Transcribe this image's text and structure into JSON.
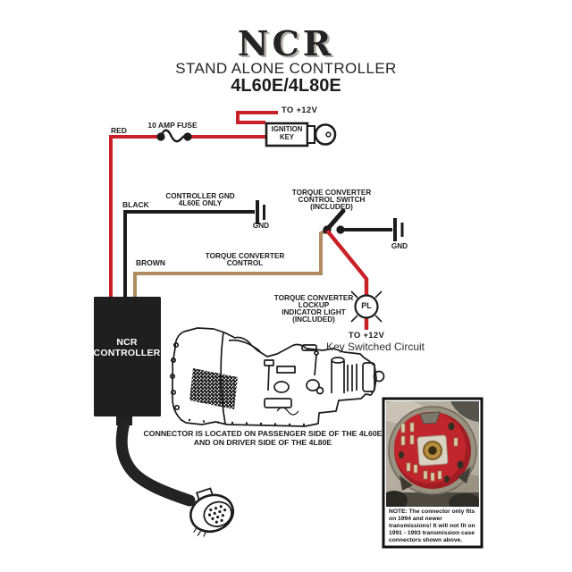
{
  "title": {
    "brand": "NCR",
    "subtitle": "STAND ALONE CONTROLLER",
    "models": "4L60E/4L80E"
  },
  "colors": {
    "wire_red": "#c92127",
    "wire_brown": "#b18b62",
    "wire_black": "#1c1c1c",
    "connector_red": "#c0262c",
    "connector_red_dark": "#a01d23"
  },
  "power": {
    "red_label": "RED",
    "fuse_label": "10 AMP FUSE",
    "to_12v": "TO +12V",
    "ignition_key": [
      "IGNITION",
      "KEY"
    ]
  },
  "ground_black": {
    "label": "BLACK",
    "note": [
      "CONTROLLER GND",
      "4L60E ONLY"
    ],
    "gnd": "GND"
  },
  "tcc_switch": {
    "note": [
      "TORQUE CONVERTER",
      "CONTROL SWITCH",
      "(INCLUDED)"
    ],
    "gnd": "GND"
  },
  "tcc_wire": {
    "label": "BROWN",
    "note": [
      "TORQUE CONVERTER",
      "CONTROL"
    ]
  },
  "indicator": {
    "note": [
      "TORQUE CONVERTER",
      "LOCKUP",
      "INDICATOR LIGHT",
      "(INCLUDED)"
    ],
    "lamp_text": "PL",
    "to_12v": "TO +12V",
    "circuit": "Key Switched Circuit"
  },
  "controller": {
    "line1": "NCR",
    "line2": "CONTROLLER"
  },
  "caption": [
    "CONNECTOR IS LOCATED ON PASSENGER SIDE OF THE 4L60E",
    "AND ON DRIVER SIDE OF THE 4L80E"
  ],
  "inset": {
    "note": [
      "NOTE: The connector only fits on",
      "1994 and newer transmissions!",
      "It will not fit on 1991 - 1993",
      "transmission case connectors",
      "shown above."
    ]
  },
  "icons": {
    "fuse": "fuse-icon",
    "ignition_key": "ignition-key-icon",
    "ground": "ground-icon",
    "toggle_switch": "switch-icon",
    "indicator_lamp": "lamp-icon",
    "round_connector": "harness-connector-icon"
  }
}
